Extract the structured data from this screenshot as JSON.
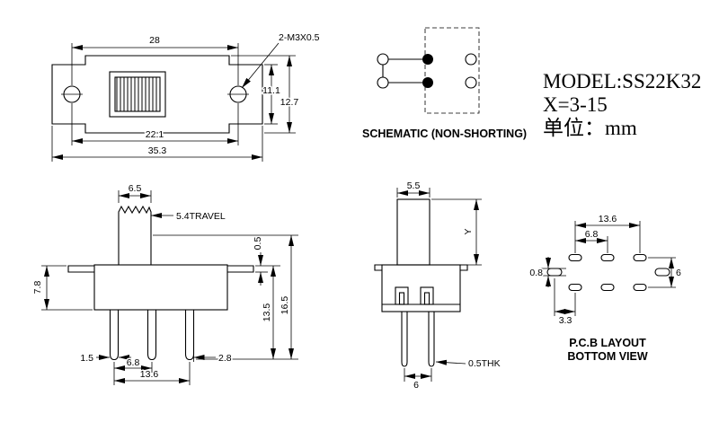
{
  "title_block": {
    "model": "MODEL:SS22K32",
    "x_range": "X=3-15",
    "unit": "单位：mm"
  },
  "schematic": {
    "caption": "SCHEMATIC (NON-SHORTING)"
  },
  "top_view": {
    "dims": {
      "hole_span": "28",
      "thread": "2-M3X0.5",
      "body_height": "11.1",
      "total_height": "12.7",
      "inner_width": "22.1",
      "total_width": "35.3"
    }
  },
  "front_view": {
    "dims": {
      "knob_width": "6.5",
      "travel": "5.4TRAVEL",
      "tab_thickness": "0.5",
      "body_height": "7.8",
      "pin_depth": "13.5",
      "total_height": "16.5",
      "pin_width": "1.5",
      "pin_pitch": "6.8",
      "pin_offset": "2.8",
      "pin_span": "13.6"
    }
  },
  "side_view": {
    "dims": {
      "knob_width": "5.5",
      "knob_height": "Y",
      "row_spacing": "6",
      "thickness": "0.5THK"
    }
  },
  "pcb": {
    "caption_line1": "P.C.B LAYOUT",
    "caption_line2": "BOTTOM VIEW",
    "dims": {
      "pad_span": "13.6",
      "pad_pitch": "6.8",
      "pad_height": "0.8",
      "half_pitch": "3.3",
      "row_spacing": "6"
    }
  },
  "colors": {
    "line": "#000000",
    "background": "#ffffff"
  }
}
